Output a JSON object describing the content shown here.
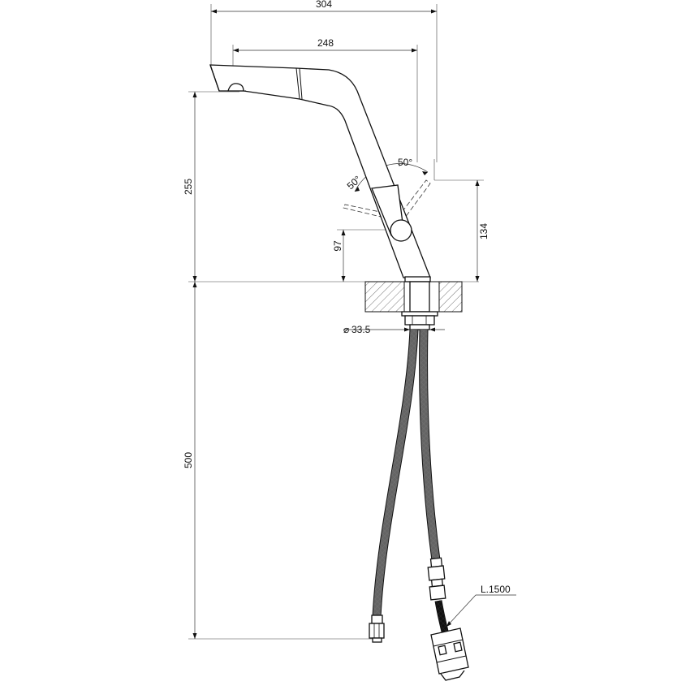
{
  "dimensions": {
    "overall_reach": "304",
    "spout_reach": "248",
    "spout_height": "255",
    "lever_height": "134",
    "pivot_height": "97",
    "hose_length_below": "500",
    "angle_left": "50°",
    "angle_right": "50°",
    "shank_diameter": "33.5",
    "hose_total_length": "L.1500"
  },
  "symbols": {
    "diameter": "⌀"
  },
  "colors": {
    "line": "#111111",
    "hatch": "#555555",
    "background": "#ffffff"
  }
}
